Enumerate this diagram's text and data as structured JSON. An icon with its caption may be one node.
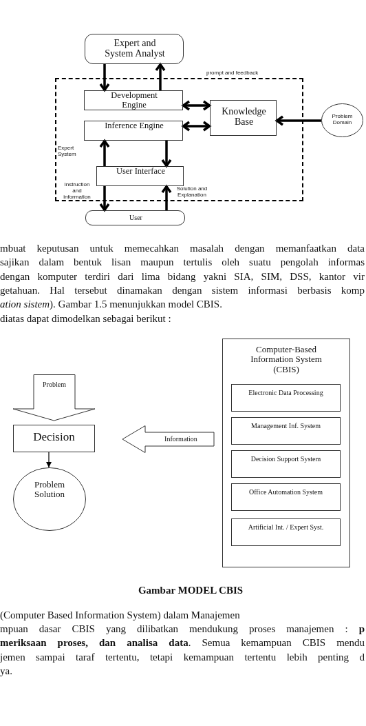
{
  "diagram": {
    "caption": "Gambar MODEL CBIS",
    "nodes": [
      {
        "text": [
          "Expert and System Analyst"
        ]
      },
      {
        "text": [
          "Expert System"
        ]
      },
      {
        "text": [
          "Development Engine"
        ],
        "in": 1
      },
      {
        "text": [
          "Inference Engine"
        ],
        "in": 1
      },
      {
        "text": [
          "Knowledge Base"
        ],
        "in": 1
      },
      {
        "text": [
          "User Interface"
        ],
        "in": 1
      },
      {
        "text": [
          "User"
        ]
      },
      {
        "text": [
          "Problem Domain"
        ]
      },
      {
        "text": [
          "Problem"
        ]
      },
      {
        "text": [
          "Decision"
        ]
      },
      {
        "text": [
          "Problem Solution"
        ]
      },
      {
        "text": [
          "Information"
        ]
      },
      {
        "text": [
          "Computer-Based Information System (CBIS)"
        ]
      },
      {
        "text": [
          "Electronic Data Processing"
        ],
        "in": 12
      },
      {
        "text": [
          "Management Inf. System"
        ],
        "in": 12
      },
      {
        "text": [
          "Decision Support System"
        ],
        "in": 12
      },
      {
        "text": [
          "Office Automation System"
        ],
        "in": 12
      },
      {
        "text": [
          "Artificial Int. / Expert Syst."
        ],
        "in": 12
      }
    ],
    "edges": [
      {
        "from": 0,
        "to": 2,
        "arrow": "to"
      },
      {
        "from": 2,
        "to": 0,
        "arrow": "to"
      },
      {
        "from": 2,
        "to": 4,
        "arrow": "both"
      },
      {
        "from": 3,
        "to": 4,
        "arrow": "both"
      },
      {
        "from": 7,
        "to": 4,
        "arrow": "to"
      },
      {
        "from": 3,
        "to": 5,
        "arrow": "to"
      },
      {
        "from": 5,
        "to": 3,
        "arrow": "to"
      },
      {
        "from": 5,
        "to": 6,
        "arrow": "to",
        "label": "Instruction and information"
      },
      {
        "from": 6,
        "to": 5,
        "arrow": "to",
        "label": "Solution and Explanation"
      },
      {
        "from": 9,
        "to": 10,
        "arrow": "to"
      }
    ],
    "labels": [
      "prompt and feedback",
      "mbuat keputusan untuk memecahkan masalah dengan memanfaatkan data",
      "sajikan dalam bentuk lisan maupun tertulis oleh suatu pengolah informas",
      "dengan komputer terdiri dari lima bidang yakni SIA, SIM, DSS, kantor vir",
      "getahuan. Hal tersebut dinamakan dengan sistem informasi berbasis komp",
      "*ation sistem*). Gambar 1.5 menunjukkan model CBIS.",
      "diatas dapat dimodelkan sebagai berikut :",
      "(Computer Based Information System) dalam Manajemen",
      "mpuan dasar CBIS yang dilibatkan mendukung proses manajemen : **p**",
      "**meriksaan proses, dan analisa data**. Semua kemampuan CBIS mendu",
      "jemen sampai taraf tertentu, tetapi kemampuan tertentu lebih penting d",
      "ya."
    ]
  }
}
